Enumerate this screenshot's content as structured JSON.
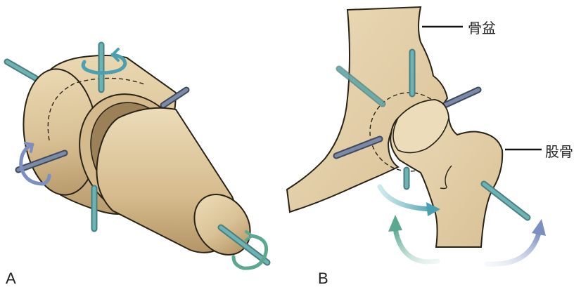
{
  "panels": {
    "a": {
      "label": "A"
    },
    "b": {
      "label": "B"
    }
  },
  "callouts": {
    "pelvis": "骨盆",
    "femur": "股骨"
  },
  "colors": {
    "bone": "#e3cfa5",
    "bone_shadow": "#c7ad80",
    "outline": "#2a2418",
    "pin_teal": "#5aa5a8",
    "pin_slate": "#7c8aa8",
    "arrow_teal": "#4aa0b0",
    "arrow_green": "#6ab0a0",
    "arrow_slate": "#8a9cc4"
  },
  "icons": {
    "rotation_arrows": "curved-arrow-icon",
    "axis_pins": "axis-pin-icon"
  }
}
